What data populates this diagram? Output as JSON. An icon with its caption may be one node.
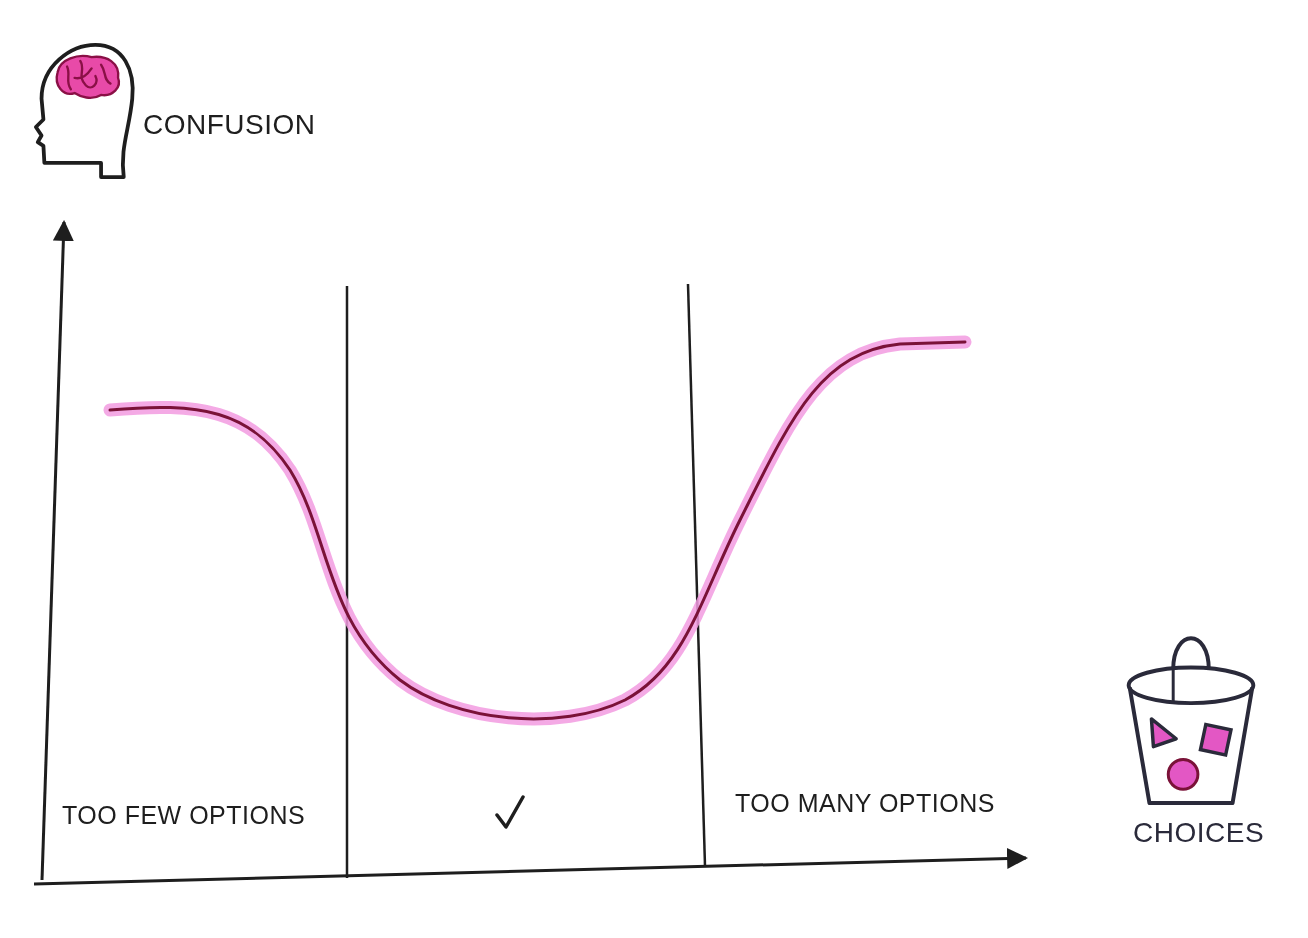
{
  "diagram": {
    "labels": [
      "CONFUSION",
      "TOO FEW OPTIONS",
      "TOO MANY OPTIONS",
      "CHOICES"
    ]
  }
}
